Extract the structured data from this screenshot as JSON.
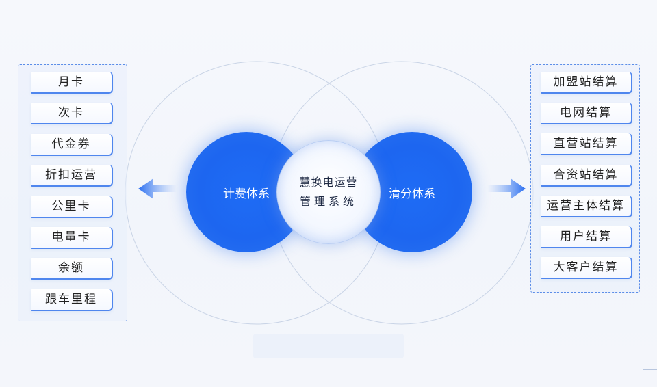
{
  "left_panel": {
    "items": [
      "月卡",
      "次卡",
      "代金券",
      "折扣运营",
      "公里卡",
      "电量卡",
      "余额",
      "跟车里程"
    ]
  },
  "right_panel": {
    "items": [
      "加盟站结算",
      "电网结算",
      "直营站结算",
      "合资站结算",
      "运营主体结算",
      "用户结算",
      "大客户结算"
    ]
  },
  "center": {
    "line1": "慧换电运营",
    "line2": "管理系统"
  },
  "left_circle": {
    "label": "计费体系"
  },
  "right_circle": {
    "label": "清分体系"
  },
  "colors": {
    "accent": "#1d66f0",
    "border": "#5b8de8",
    "tag_edge": "#4f86ee"
  }
}
